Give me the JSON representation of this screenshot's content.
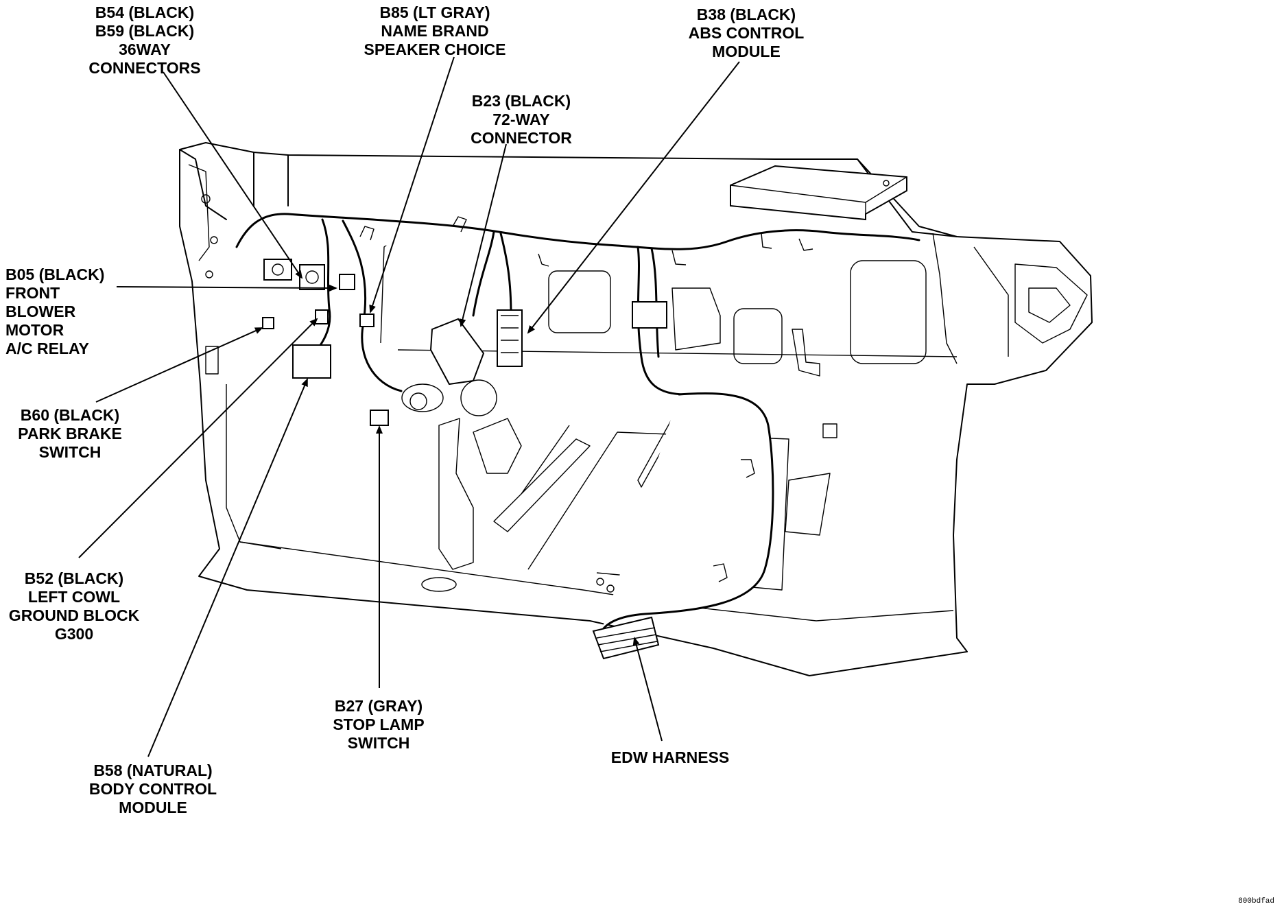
{
  "labels": {
    "b54_b59": [
      "B54 (BLACK)",
      "B59 (BLACK)",
      "36WAY",
      "CONNECTORS"
    ],
    "b85": [
      "B85 (LT GRAY)",
      "NAME BRAND",
      "SPEAKER CHOICE"
    ],
    "b38": [
      "B38 (BLACK)",
      "ABS CONTROL",
      "MODULE"
    ],
    "b23": [
      "B23 (BLACK)",
      "72-WAY",
      "CONNECTOR"
    ],
    "b05": [
      "B05 (BLACK)",
      "FRONT",
      "BLOWER",
      "MOTOR",
      "A/C RELAY"
    ],
    "b60": [
      "B60 (BLACK)",
      "PARK BRAKE",
      "SWITCH"
    ],
    "b52": [
      "B52 (BLACK)",
      "LEFT COWL",
      "GROUND BLOCK",
      "G300"
    ],
    "b27": [
      "B27 (GRAY)",
      "STOP LAMP",
      "SWITCH"
    ],
    "b58": [
      "B58 (NATURAL)",
      "BODY CONTROL",
      "MODULE"
    ],
    "edw": [
      "EDW HARNESS"
    ]
  },
  "figure_code": "800bdfad"
}
